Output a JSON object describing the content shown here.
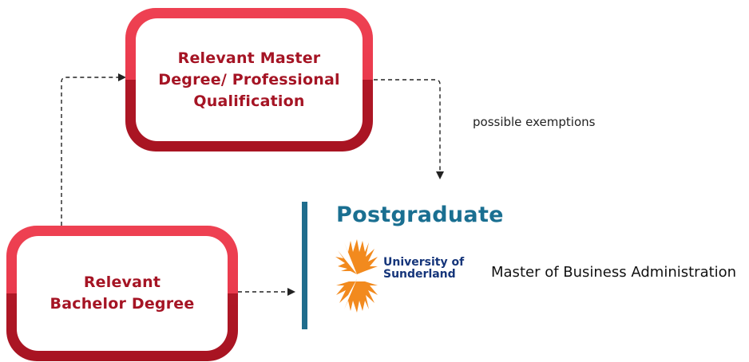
{
  "diagram": {
    "master_box": {
      "lines": [
        "Relevant Master",
        "Degree/ Professional",
        "Qualification"
      ]
    },
    "bachelor_box": {
      "lines": [
        "Relevant",
        "Bachelor Degree"
      ]
    },
    "exemptions_label": "possible exemptions",
    "postgraduate": {
      "title": "Postgraduate",
      "university": {
        "line1": "University of",
        "line2": "Sunderland"
      },
      "program": "Master of Business Administration"
    }
  },
  "colors": {
    "box_border_top": "#ee4152",
    "box_border_bottom": "#b01726",
    "box_text": "#a51424",
    "postgraduate_accent": "#1a6f91",
    "university_text": "#15357a",
    "logo_orange": "#f28a1e",
    "arrow": "#222222"
  },
  "icons": {
    "logo": "university-sunburst-logo"
  }
}
